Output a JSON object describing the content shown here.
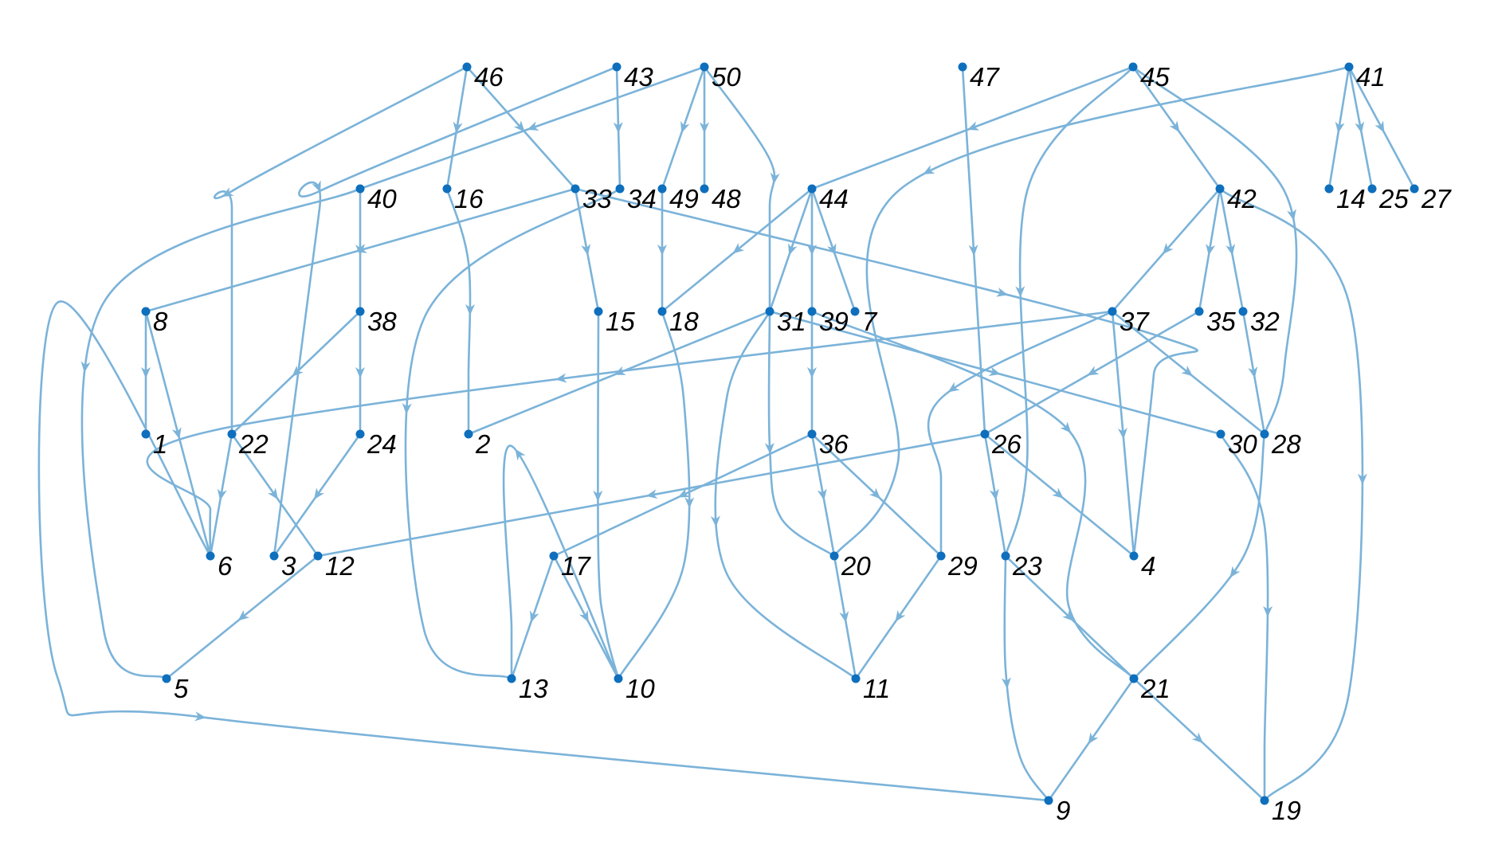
{
  "diagram": {
    "type": "directed-graph",
    "edge_color": "#7bb3d9",
    "node_color": "#0e6fbd",
    "label_color": "#000000",
    "nodes": [
      "1",
      "2",
      "3",
      "4",
      "5",
      "6",
      "7",
      "8",
      "9",
      "10",
      "11",
      "12",
      "13",
      "14",
      "15",
      "16",
      "17",
      "18",
      "19",
      "20",
      "21",
      "22",
      "23",
      "24",
      "25",
      "26",
      "27",
      "28",
      "29",
      "30",
      "31",
      "32",
      "33",
      "34",
      "35",
      "36",
      "37",
      "38",
      "39",
      "40",
      "41",
      "42",
      "43",
      "44",
      "45",
      "46",
      "47",
      "48",
      "49",
      "50"
    ],
    "edges": [
      [
        "46",
        "16"
      ],
      [
        "46",
        "33"
      ],
      [
        "46",
        "22"
      ],
      [
        "43",
        "34"
      ],
      [
        "43",
        "3"
      ],
      [
        "50",
        "49"
      ],
      [
        "50",
        "48"
      ],
      [
        "50",
        "40"
      ],
      [
        "50",
        "31"
      ],
      [
        "47",
        "26"
      ],
      [
        "45",
        "42"
      ],
      [
        "45",
        "44"
      ],
      [
        "45",
        "23"
      ],
      [
        "45",
        "28"
      ],
      [
        "41",
        "14"
      ],
      [
        "41",
        "25"
      ],
      [
        "41",
        "27"
      ],
      [
        "41",
        "20"
      ],
      [
        "40",
        "38"
      ],
      [
        "40",
        "5"
      ],
      [
        "16",
        "2"
      ],
      [
        "33",
        "15"
      ],
      [
        "33",
        "8"
      ],
      [
        "33",
        "4"
      ],
      [
        "34",
        "13"
      ],
      [
        "49",
        "18"
      ],
      [
        "44",
        "31"
      ],
      [
        "44",
        "39"
      ],
      [
        "44",
        "7"
      ],
      [
        "44",
        "18"
      ],
      [
        "42",
        "35"
      ],
      [
        "42",
        "32"
      ],
      [
        "42",
        "37"
      ],
      [
        "42",
        "19"
      ],
      [
        "8",
        "1"
      ],
      [
        "8",
        "6"
      ],
      [
        "38",
        "24"
      ],
      [
        "38",
        "22"
      ],
      [
        "15",
        "10"
      ],
      [
        "18",
        "10"
      ],
      [
        "31",
        "20"
      ],
      [
        "31",
        "11"
      ],
      [
        "31",
        "30"
      ],
      [
        "31",
        "2"
      ],
      [
        "39",
        "36"
      ],
      [
        "39",
        "21"
      ],
      [
        "37",
        "4"
      ],
      [
        "37",
        "28"
      ],
      [
        "37",
        "29"
      ],
      [
        "37",
        "6"
      ],
      [
        "35",
        "26"
      ],
      [
        "32",
        "28"
      ],
      [
        "22",
        "12"
      ],
      [
        "22",
        "6"
      ],
      [
        "24",
        "3"
      ],
      [
        "36",
        "20"
      ],
      [
        "36",
        "29"
      ],
      [
        "36",
        "17"
      ],
      [
        "26",
        "23"
      ],
      [
        "26",
        "4"
      ],
      [
        "26",
        "12"
      ],
      [
        "28",
        "21"
      ],
      [
        "30",
        "19"
      ],
      [
        "12",
        "5"
      ],
      [
        "17",
        "10"
      ],
      [
        "17",
        "13"
      ],
      [
        "29",
        "11"
      ],
      [
        "23",
        "21"
      ],
      [
        "23",
        "9"
      ],
      [
        "21",
        "9"
      ],
      [
        "21",
        "19"
      ],
      [
        "10",
        "13"
      ],
      [
        "20",
        "11"
      ],
      [
        "6",
        "9"
      ]
    ]
  }
}
